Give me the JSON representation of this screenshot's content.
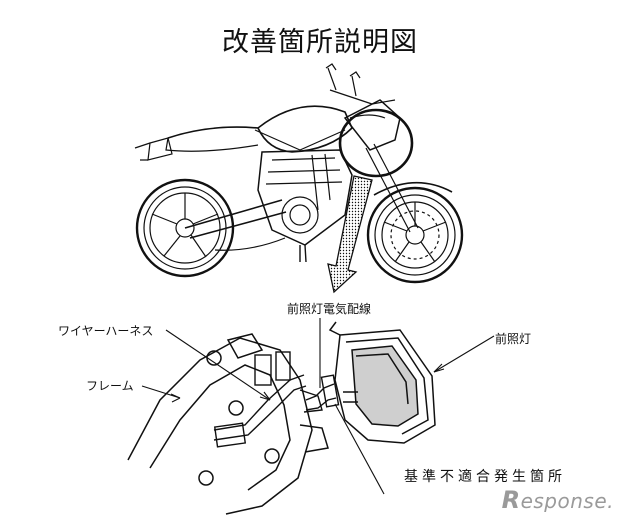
{
  "title": "改善箇所説明図",
  "labels": {
    "headlight_wiring": "前照灯電気配線",
    "headlight": "前照灯",
    "wire_harness": "ワイヤーハーネス",
    "frame": "フレーム",
    "defect_location": "基準不適合発生箇所"
  },
  "watermark": {
    "initial": "R",
    "text": "esponse."
  },
  "colors": {
    "line": "#111111",
    "watermark": "#9a9a9a"
  }
}
